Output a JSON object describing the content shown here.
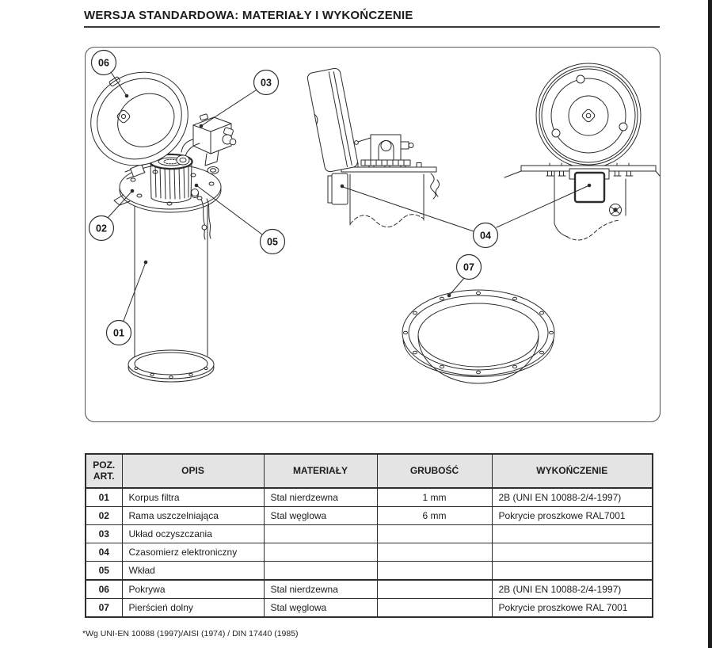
{
  "page": {
    "title": "WERSJA STANDARDOWA: MATERIAŁY I WYKOŃCZENIE",
    "footnote": "*Wg UNI-EN 10088 (1997)/AISI (1974) / DIN 17440 (1985)"
  },
  "diagram": {
    "callouts": [
      "01",
      "02",
      "03",
      "04",
      "05",
      "06",
      "07"
    ]
  },
  "table": {
    "headers": [
      "POZ.\nART.",
      "OPIS",
      "MATERIAŁY",
      "GRUBOŚĆ",
      "WYKOŃCZENIE"
    ],
    "rows": [
      [
        "01",
        "Korpus filtra",
        "Stal nierdzewna",
        "1 mm",
        "2B (UNI EN 10088-2/4-1997)"
      ],
      [
        "02",
        "Rama uszczelniająca",
        "Stal węglowa",
        "6 mm",
        "Pokrycie proszkowe RAL7001"
      ],
      [
        "03",
        "Układ oczyszczania",
        "",
        "",
        ""
      ],
      [
        "04",
        "Czasomierz elektroniczny",
        "",
        "",
        ""
      ],
      [
        "05",
        "Wkład",
        "",
        "",
        ""
      ],
      [
        "06",
        "Pokrywa",
        "Stal nierdzewna",
        "",
        "2B (UNI EN 10088-2/4-1997)"
      ],
      [
        "07",
        "Pierścień dolny",
        "Stal węglowa",
        "",
        "Pokrycie proszkowe RAL 7001"
      ]
    ]
  }
}
